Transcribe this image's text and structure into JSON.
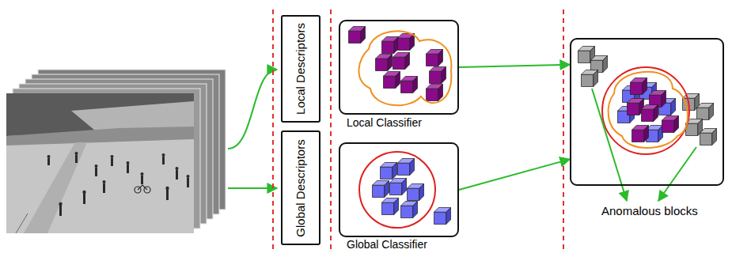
{
  "diagram": {
    "nodes": [
      {
        "text": [
          "Local Descriptors"
        ]
      },
      {
        "text": [
          "Global Descriptors"
        ]
      },
      {
        "text": [
          "Local Classifier"
        ]
      },
      {
        "text": [
          "Global Classifier"
        ]
      },
      {
        "text": [
          "Anomalous blocks"
        ]
      }
    ],
    "edges": [
      {
        "from": 2,
        "to": 4,
        "arrow": "to"
      },
      {
        "from": 3,
        "to": 4,
        "arrow": "to"
      }
    ]
  }
}
